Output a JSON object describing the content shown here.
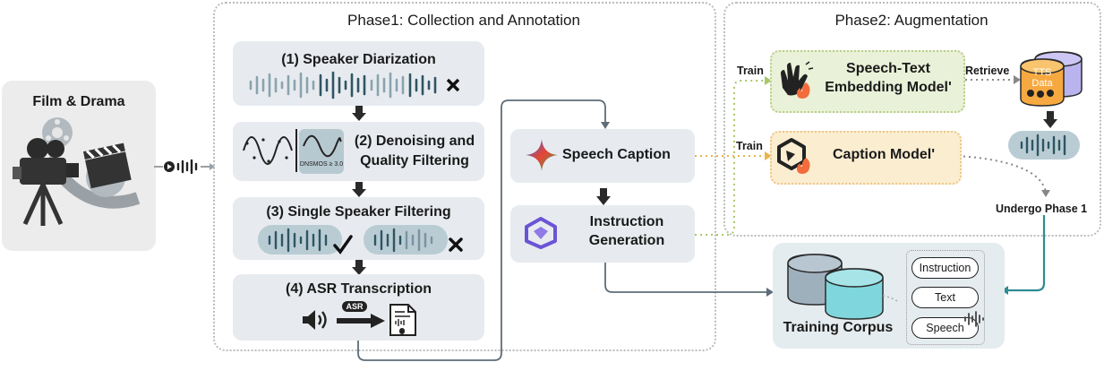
{
  "source": {
    "label": "Film & Drama"
  },
  "phase1": {
    "title": "Phase1: Collection and Annotation",
    "steps": {
      "diarization": "(1) Speaker Diarization",
      "denoise_line1": "(2) Denoising and",
      "denoise_line2": "Quality Filtering",
      "dnsmos": "DNSMOS ≥ 3.0",
      "single_speaker": "(3) Single Speaker Filtering",
      "asr": "(4) ASR Transcription",
      "asr_badge": "ASR"
    },
    "caption": "Speech Caption",
    "instruction_line1": "Instruction",
    "instruction_line2": "Generation"
  },
  "phase2": {
    "title": "Phase2: Augmentation",
    "train_label_1": "Train",
    "train_label_2": "Train",
    "embedding_line1": "Speech-Text",
    "embedding_line2": "Embedding Model'",
    "caption_model": "Caption Model'",
    "retrieve_label": "Retrieve",
    "tts_line1": "TTS",
    "tts_line2": "Data",
    "undergo": "Undergo Phase 1"
  },
  "corpus": {
    "label": "Training Corpus",
    "items": [
      "Instruction",
      "Text",
      "Speech"
    ]
  },
  "colors": {
    "step_bg": "#e7ebef",
    "embedding_bg": "#e9f1d8",
    "caption_model_bg": "#fbedd0",
    "corpus_bg": "#e4ecef",
    "teal": "#2f8c93",
    "cylinder": "#7fd6dc"
  }
}
